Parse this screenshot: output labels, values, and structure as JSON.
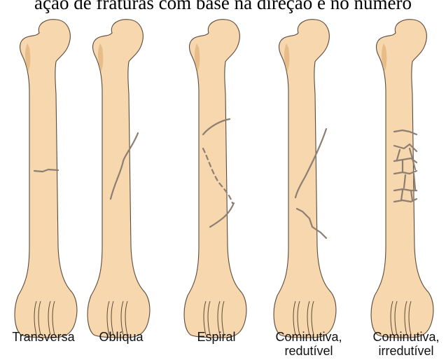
{
  "title": "ação de fraturas com base na direção e no número",
  "bones": [
    {
      "label_lines": [
        "Transversa"
      ]
    },
    {
      "label_lines": [
        "Oblíqua"
      ]
    },
    {
      "label_lines": [
        "Espiral"
      ]
    },
    {
      "label_lines": [
        "Cominutiva,",
        "redutível"
      ]
    },
    {
      "label_lines": [
        "Cominutiva,",
        "irredutível"
      ]
    }
  ],
  "colors": {
    "bone_fill": "#F6D7AE",
    "bone_outline": "#5C4A3A",
    "shadow": "#E6BC88",
    "fracture_line": "#8E7E72"
  }
}
